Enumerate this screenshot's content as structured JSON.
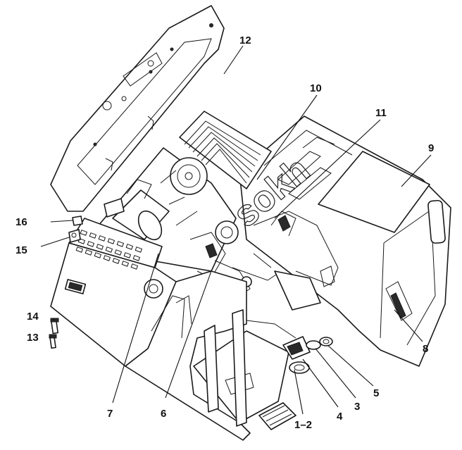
{
  "watermark": "sokh",
  "callouts": [
    {
      "id": "c1-2",
      "label": "1–2"
    },
    {
      "id": "c3",
      "label": "3"
    },
    {
      "id": "c4",
      "label": "4"
    },
    {
      "id": "c5",
      "label": "5"
    },
    {
      "id": "c6",
      "label": "6"
    },
    {
      "id": "c7",
      "label": "7"
    },
    {
      "id": "c8",
      "label": "8"
    },
    {
      "id": "c9",
      "label": "9"
    },
    {
      "id": "c10",
      "label": "10"
    },
    {
      "id": "c11",
      "label": "11"
    },
    {
      "id": "c12",
      "label": "12"
    },
    {
      "id": "c13",
      "label": "13"
    },
    {
      "id": "c14",
      "label": "14"
    },
    {
      "id": "c15",
      "label": "15"
    },
    {
      "id": "c16",
      "label": "16"
    }
  ]
}
